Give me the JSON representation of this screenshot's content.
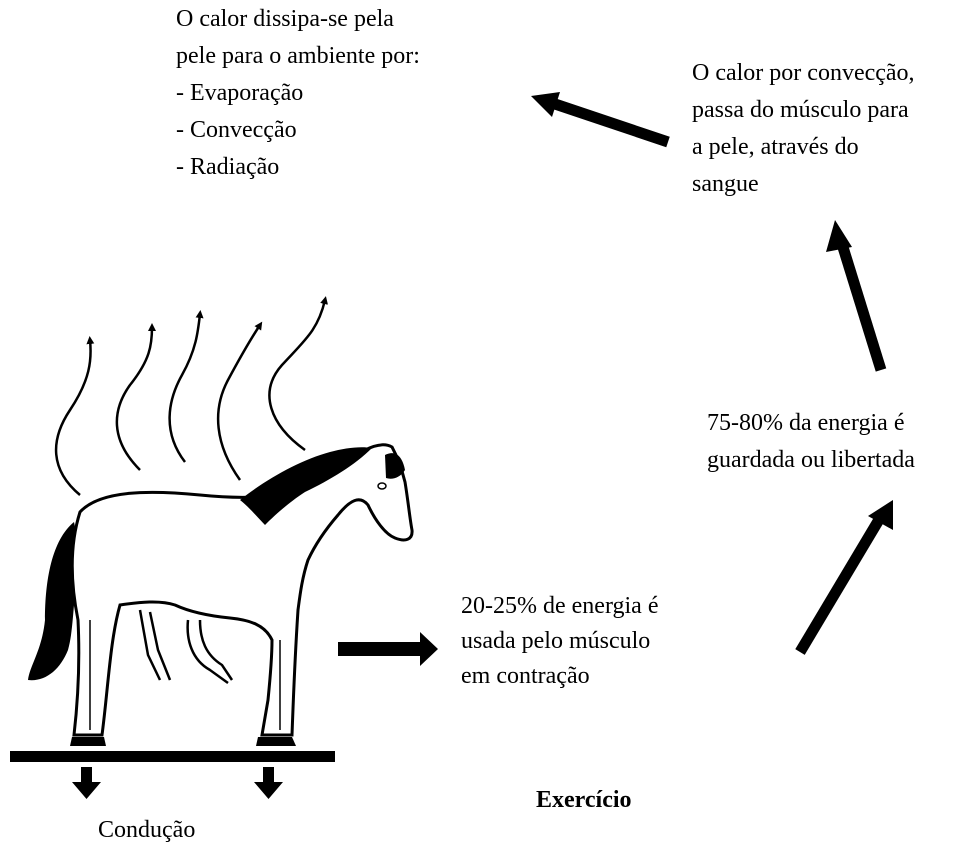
{
  "heat_loss": {
    "line1": "O calor dissipa-se pela",
    "line2": "pele para o ambiente por:",
    "item1": "- Evaporação",
    "item2": "- Convecção",
    "item3": "- Radiação"
  },
  "convection_note": {
    "line1": "O calor por convecção,",
    "line2": "passa do músculo para",
    "line3": "a pele, através do",
    "line4": "sangue"
  },
  "energy_stored": {
    "line1": "75-80% da energia é",
    "line2": "guardada ou libertada"
  },
  "energy_used": {
    "line1": "20-25% de energia é",
    "line2": "usada pelo músculo",
    "line3": "em contração"
  },
  "exercise_label": "Exercício",
  "conduction_label": "Condução",
  "colors": {
    "ink": "#000000",
    "background": "#ffffff"
  }
}
